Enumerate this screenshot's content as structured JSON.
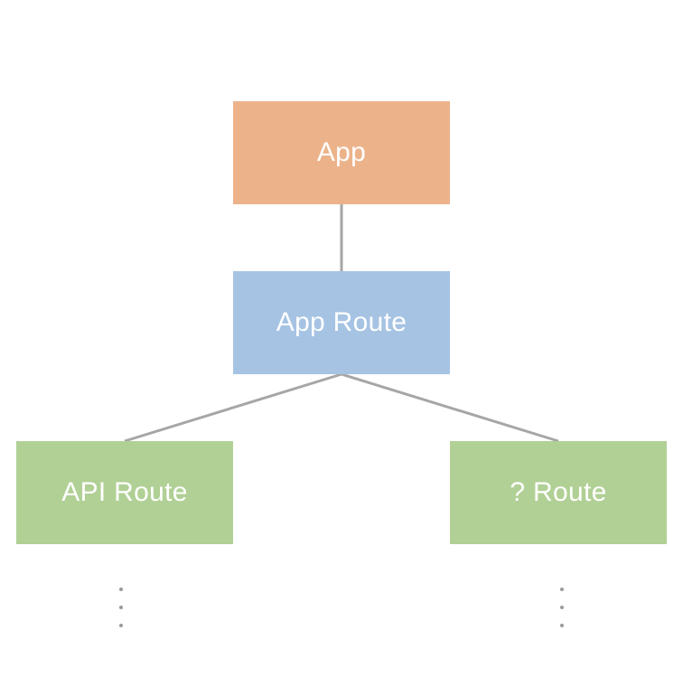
{
  "colors": {
    "root_fill": "#ecb38b",
    "middle_fill": "#a6c3e3",
    "leaf_fill": "#b1d095",
    "text": "#ffffff",
    "connector": "#a6a6a6",
    "ellipsis": "#9a9a9a"
  },
  "nodes": {
    "app": {
      "label": "App"
    },
    "app_route": {
      "label": "App Route"
    },
    "api_route": {
      "label": "API Route"
    },
    "unknown_route": {
      "label": "? Route"
    }
  }
}
